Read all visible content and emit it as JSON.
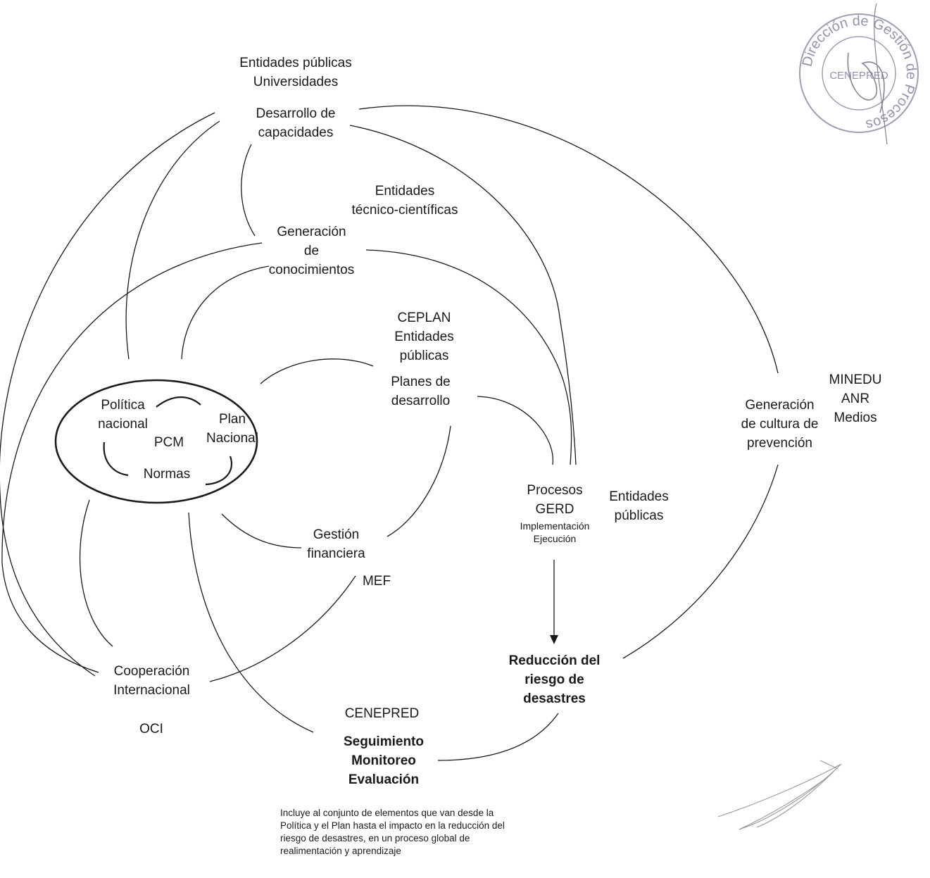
{
  "nodes": {
    "universidades_actors": [
      "Entidades públicas",
      "Universidades"
    ],
    "desarrollo": [
      "Desarrollo de",
      "capacidades"
    ],
    "tecnico_actors": [
      "Entidades",
      "técnico-científicas"
    ],
    "generacion_conocimientos": [
      "Generación",
      "de",
      "conocimientos"
    ],
    "ceplan_actors": [
      "CEPLAN",
      "Entidades",
      "públicas"
    ],
    "planes": [
      "Planes de",
      "desarrollo"
    ],
    "politica": [
      "Política",
      "nacional"
    ],
    "plan_nacional": [
      "Plan",
      "Nacional"
    ],
    "pcm": "PCM",
    "normas": "Normas",
    "procesos": [
      "Procesos",
      "GERD"
    ],
    "procesos_sub": [
      "Implementación",
      "Ejecución"
    ],
    "entidades_publicas_right": [
      "Entidades",
      "públicas"
    ],
    "cultura": [
      "Generación",
      "de cultura de",
      "prevención"
    ],
    "minedu_actors": [
      "MINEDU",
      "ANR",
      "Medios"
    ],
    "gestion_financiera": [
      "Gestión",
      "financiera"
    ],
    "mef": "MEF",
    "reduccion": [
      "Reducción del",
      "riesgo de",
      "desastres"
    ],
    "cooperacion": [
      "Cooperación",
      "Internacional"
    ],
    "oci": "OCI",
    "cenepred": "CENEPRED",
    "seguimiento": [
      "Seguimiento",
      "Monitoreo",
      "Evaluación"
    ]
  },
  "note": "Incluye al conjunto de elementos que van desde la Política y el Plan hasta el impacto en la reducción del riesgo de desastres, en un proceso global de realimentación y aprendizaje",
  "stamp": {
    "ring_text": "Dirección de Gestión de Procesos",
    "center_text": "CENEPRED"
  },
  "colors": {
    "ink": "#1a1a1a",
    "stamp": "#8a8fa8"
  }
}
